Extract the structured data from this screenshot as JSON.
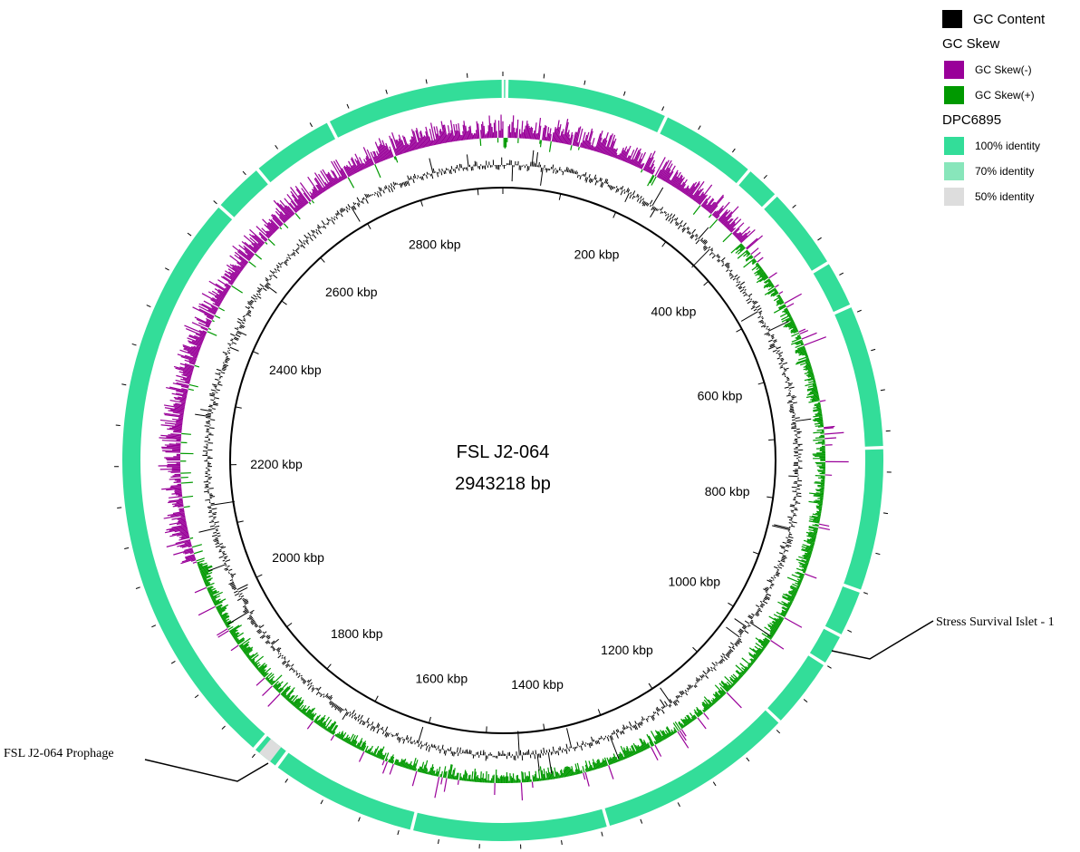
{
  "genome": {
    "name": "FSL J2-064",
    "length_label": "2943218 bp",
    "length_bp": 2943218,
    "tick_labels": [
      "200 kbp",
      "400 kbp",
      "600 kbp",
      "800 kbp",
      "1000 kbp",
      "1200 kbp",
      "1400 kbp",
      "1600 kbp",
      "1800 kbp",
      "2000 kbp",
      "2200 kbp",
      "2400 kbp",
      "2600 kbp",
      "2800 kbp"
    ],
    "tick_values_kbp": [
      200,
      400,
      600,
      800,
      1000,
      1200,
      1400,
      1600,
      1800,
      2000,
      2200,
      2400,
      2600,
      2800
    ]
  },
  "legend": {
    "gc_content": "GC Content",
    "gc_skew_title": "GC Skew",
    "gc_skew_neg": "GC Skew(-)",
    "gc_skew_pos": "GC Skew(+)",
    "comparison_title": "DPC6895",
    "identity_100": "100% identity",
    "identity_70": "70% identity",
    "identity_50": "50% identity"
  },
  "colors": {
    "gc_content": "#000000",
    "gc_skew_neg": "#990099",
    "gc_skew_pos": "#009900",
    "identity_100": "#33dd99",
    "identity_70": "#88e6bb",
    "identity_50": "#dddddd"
  },
  "annotations": {
    "stress_islet": "Stress Survival Islet - 1",
    "prophage": "FSL J2-064 Prophage"
  },
  "identity_ring_gaps_kbp": [
    5,
    208,
    330,
    375,
    480,
    540,
    720,
    900,
    960,
    1000,
    1090,
    1340,
    1585,
    1770,
    1805,
    2550,
    2615,
    2720
  ],
  "gc_skew_sign_switches_kbp": [
    390,
    2060
  ]
}
